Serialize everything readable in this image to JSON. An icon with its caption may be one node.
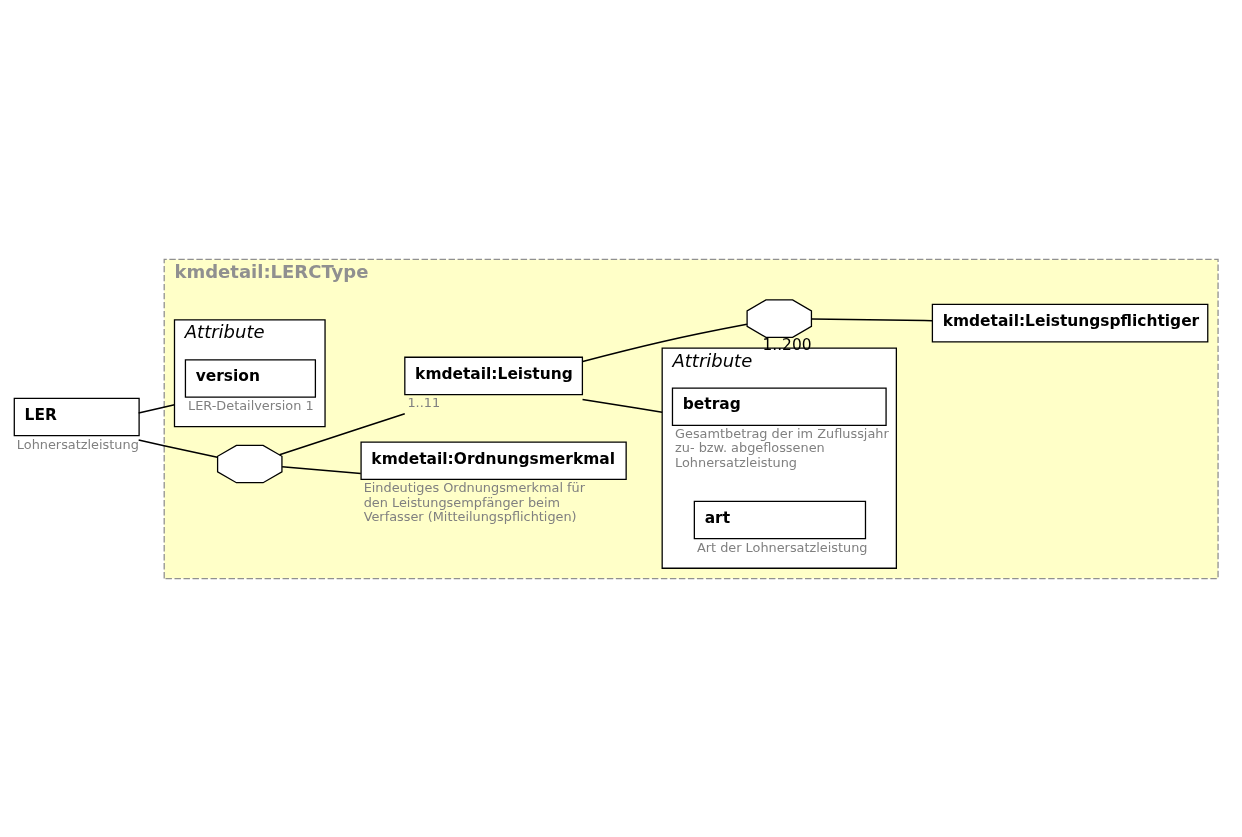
{
  "diagram": {
    "nodes": [
      {
        "text": [
          "LER"
        ],
        "beside": [
          "Lohnersatzleistung"
        ]
      },
      {
        "text": [
          "kmdetail:LERCType"
        ]
      },
      {
        "text": [
          "Attribute"
        ],
        "in": 1
      },
      {
        "text": [
          "version"
        ],
        "in": 2,
        "beside": [
          "LER-Detailversion 1"
        ]
      },
      {
        "text": [],
        "shape": "octagon",
        "in": 1
      },
      {
        "text": [
          "kmdetail:Ordnungsmerkmal"
        ],
        "in": 1,
        "beside": [
          "Eindeutiges Ordnungsmerkmal für den Leistungsempfänger beim Verfasser (Mitteilungspflichtigen)"
        ]
      },
      {
        "text": [
          "kmdetail:Leistung"
        ],
        "in": 1,
        "beside": [
          "1..11"
        ]
      },
      {
        "text": [
          "Attribute"
        ],
        "in": 1
      },
      {
        "text": [
          "betrag"
        ],
        "in": 7,
        "beside": [
          "Gesamtbetrag der im Zuflussjahr zu- bzw. abgeflossenen Lohnersatzleistung"
        ]
      },
      {
        "text": [
          "art"
        ],
        "in": 7,
        "beside": [
          "Art der Lohnersatzleistung"
        ]
      },
      {
        "text": [],
        "shape": "octagon",
        "in": 1,
        "beside": [
          "1..200"
        ]
      },
      {
        "text": [
          "kmdetail:Leistungspflichtiger"
        ],
        "in": 1
      }
    ],
    "edges": [
      {
        "from": 0,
        "to": 2,
        "arrow": "none"
      },
      {
        "from": 0,
        "to": 4,
        "arrow": "none"
      },
      {
        "from": 4,
        "to": 5,
        "arrow": "none"
      },
      {
        "from": 4,
        "to": 6,
        "arrow": "none"
      },
      {
        "from": 6,
        "to": 7,
        "arrow": "none"
      },
      {
        "from": 6,
        "to": 10,
        "arrow": "none"
      },
      {
        "from": 10,
        "to": 11,
        "arrow": "none"
      }
    ]
  }
}
